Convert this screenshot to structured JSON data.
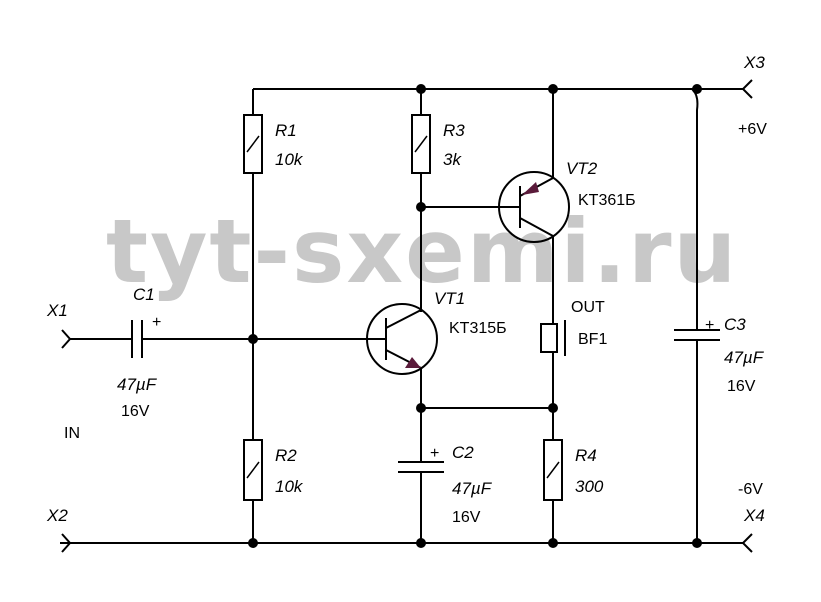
{
  "watermark": "tyt-sxemi.ru",
  "terminals": {
    "x1": "X1",
    "x2": "X2",
    "x3": "X3",
    "x4": "X4",
    "in": "IN",
    "plus_supply": "+6V",
    "minus_supply": "-6V",
    "out": "OUT"
  },
  "components": {
    "r1": {
      "name": "R1",
      "value": "10k"
    },
    "r2": {
      "name": "R2",
      "value": "10k"
    },
    "r3": {
      "name": "R3",
      "value": "3k"
    },
    "r4": {
      "name": "R4",
      "value": "300"
    },
    "c1": {
      "name": "C1",
      "value": "47µF",
      "voltage": "16V",
      "polarity": "+"
    },
    "c2": {
      "name": "C2",
      "value": "47µF",
      "voltage": "16V",
      "polarity": "+"
    },
    "c3": {
      "name": "C3",
      "value": "47µF",
      "voltage": "16V",
      "polarity": "+"
    },
    "vt1": {
      "name": "VT1",
      "part": "KT315Б"
    },
    "vt2": {
      "name": "VT2",
      "part": "KT361Б"
    },
    "bf1": {
      "name": "BF1"
    }
  },
  "colors": {
    "line": "#000000",
    "watermark": "#c8c8c8",
    "arrow": "#5a1a3a"
  }
}
